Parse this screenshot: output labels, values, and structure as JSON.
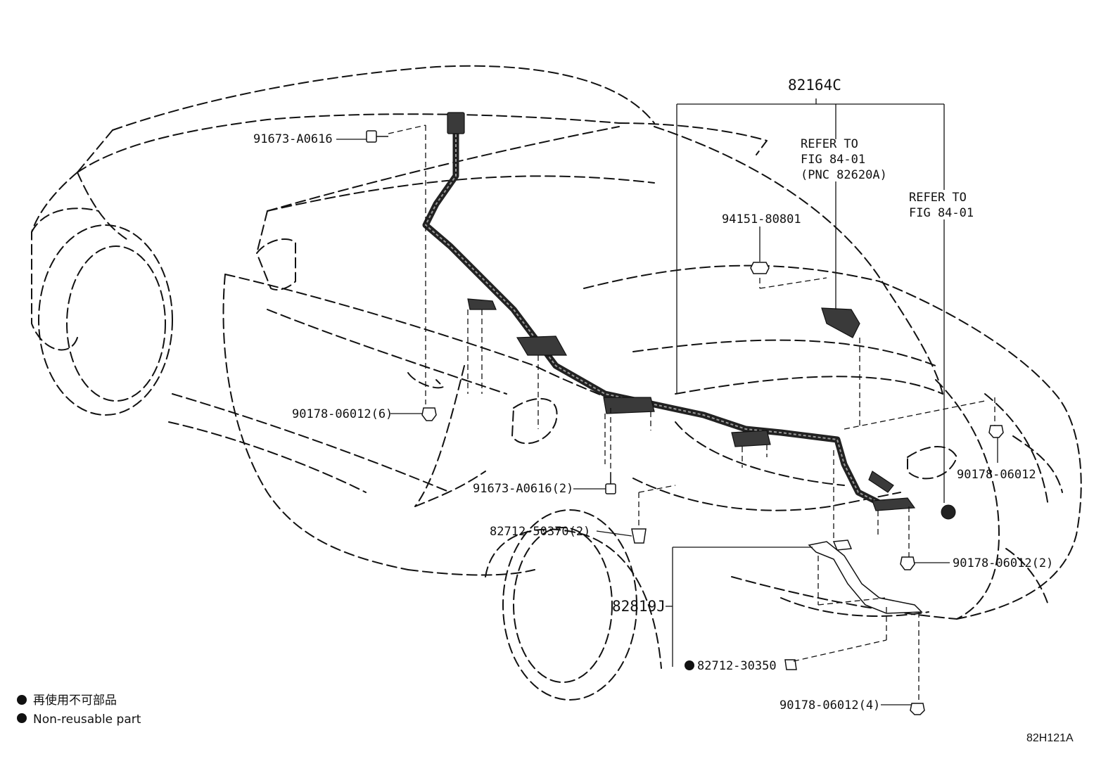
{
  "assembly": {
    "main_part": "82164C",
    "refer_block_1": [
      "REFER TO",
      "FIG 84-01",
      "(PNC 82620A)"
    ],
    "refer_block_2": [
      "REFER TO",
      "FIG 84-01"
    ],
    "bracket_part": "82819J"
  },
  "callouts": [
    {
      "id": "bolt-top",
      "text": "91673-A0616"
    },
    {
      "id": "nut-94151",
      "text": "94151-80801"
    },
    {
      "id": "clip-left",
      "text": "90178-06012(6)"
    },
    {
      "id": "bolt-lower",
      "text": "91673-A0616(2)"
    },
    {
      "id": "clip-82712-50370",
      "text": "82712-50370(2)"
    },
    {
      "id": "clip-right-upper",
      "text": "90178-06012"
    },
    {
      "id": "clip-right-lower",
      "text": "90178-06012(2)"
    },
    {
      "id": "clip-82712-30350",
      "text": "82712-30350",
      "non_reusable": true
    },
    {
      "id": "clip-bottom",
      "text": "90178-06012(4)"
    }
  ],
  "legend": {
    "japanese": "再使用不可部品",
    "english": "Non-reusable part"
  },
  "diagram_code": "82H121A"
}
